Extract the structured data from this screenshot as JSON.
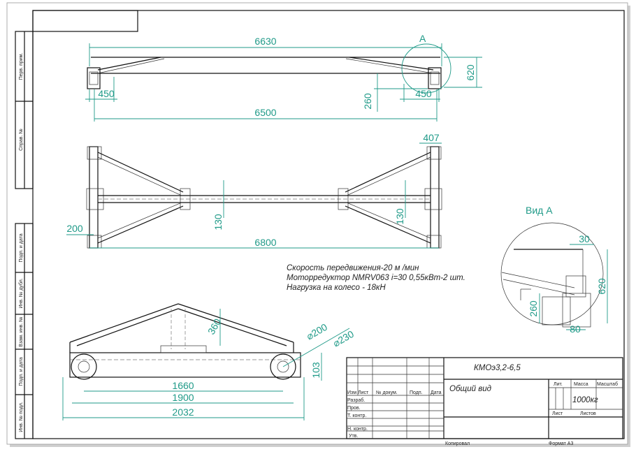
{
  "accent_color": "#1f9a88",
  "side_strip": {
    "labels": [
      "Перв. прим.",
      "Справ. №",
      "Подп. и дата",
      "Инв. № дубл.",
      "Взам. инв. №",
      "Подп. и дата",
      "Инв. № подл."
    ]
  },
  "top_view": {
    "callout": "A",
    "dims": {
      "overall": "6630",
      "height": "620",
      "left_offset": "450",
      "right_offset": "450",
      "drop": "260",
      "span": "6500"
    }
  },
  "plan_view": {
    "dims": {
      "end_width": "407",
      "beam_left": "130",
      "beam_right": "130",
      "left_offset": "200",
      "overall": "6800"
    }
  },
  "side_view": {
    "dims": {
      "truss_height": "360",
      "wheel_d1": "⌀200",
      "wheel_d2": "⌀230",
      "beam_height": "103",
      "base": "1660",
      "wheelbase": "1900",
      "overall": "2032"
    }
  },
  "detail_view": {
    "title": "Вид А",
    "dims": {
      "top": "30",
      "height": "620",
      "drop": "260",
      "bottom": "80"
    }
  },
  "notes": [
    "Скорость передвижения-20 м /мин",
    "Моторредуктор NMRV063 i=30 0,55кВт-2 шт.",
    "Нагрузка на колесо  - 18кН"
  ],
  "title_block": {
    "designation": "КМОэ3,2-6,5",
    "name": "Общий вид",
    "headers": [
      "Изм",
      "Лист",
      "№ докум.",
      "Подп.",
      "Дата"
    ],
    "roles": [
      "Разраб.",
      "Пров.",
      "Т. контр.",
      "Н. контр.",
      "Утв."
    ],
    "lit_label": "Лит.",
    "mass_label": "Масса",
    "scale_label": "Масштаб",
    "mass_value": "1000кг",
    "sheet_label": "Лист",
    "sheets_label": "Листов",
    "copied": "Копировал",
    "format": "Формат А3"
  }
}
